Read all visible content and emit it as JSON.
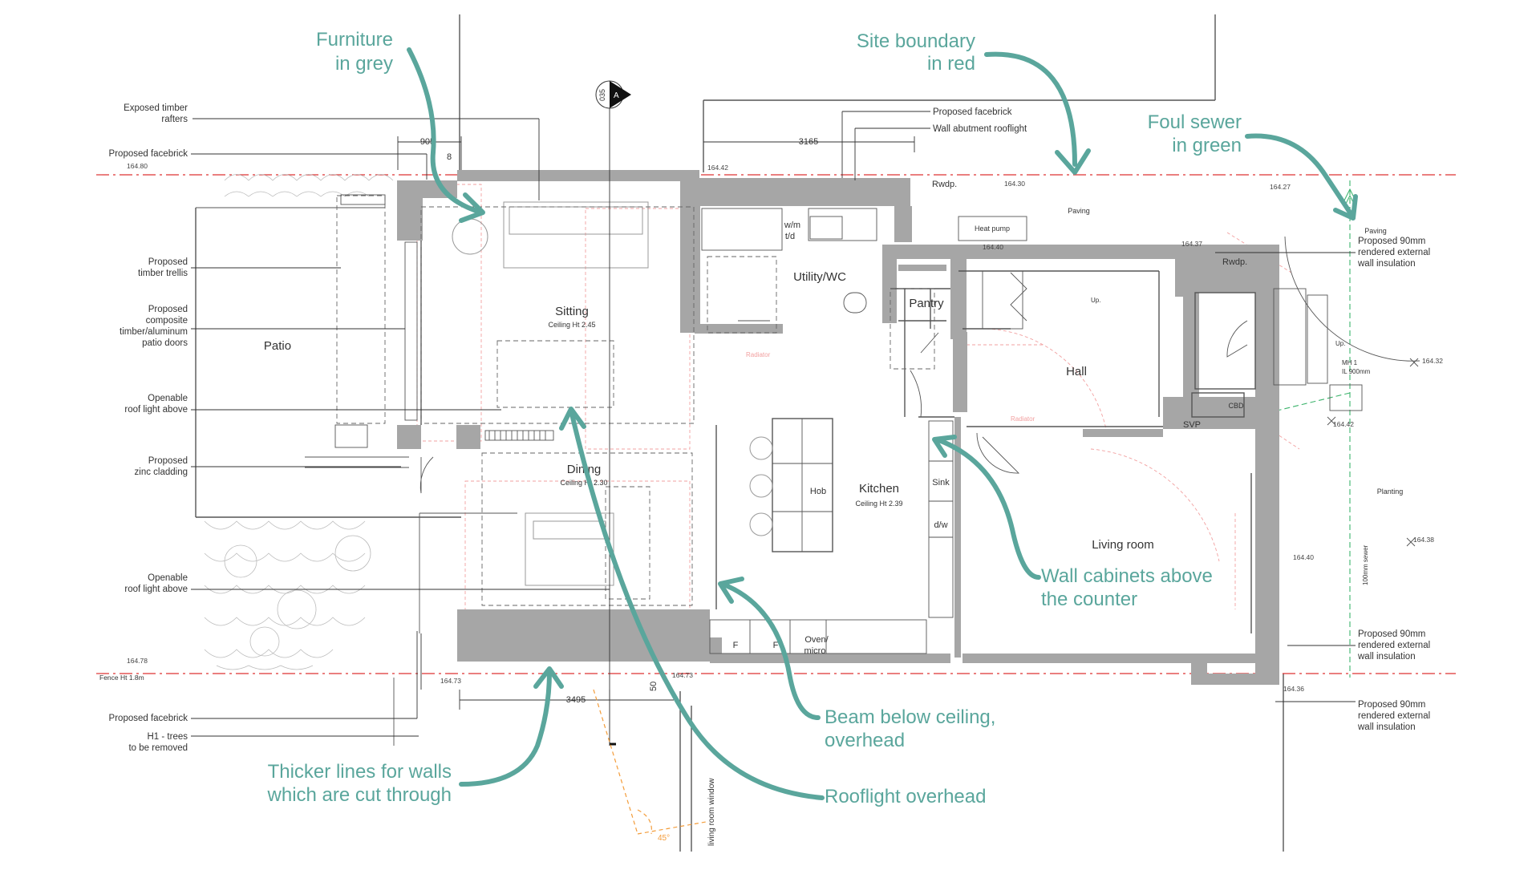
{
  "colors": {
    "annotation": "#5aa69c",
    "site_boundary": "#d33333",
    "foul_sewer": "#3bb36b",
    "walls": "#a6a6a6",
    "dimension_line": "#f39c3a"
  },
  "section_marker": {
    "letter": "A",
    "number": "035"
  },
  "rooms": {
    "sitting": "Sitting",
    "sitting_ceiling": "Ceiling Ht 2.45",
    "patio": "Patio",
    "dining": "Dining",
    "dining_ceiling": "Ceiling Ht 2.30",
    "utility": "Utility/WC",
    "pantry": "Pantry",
    "hall": "Hall",
    "kitchen": "Kitchen",
    "kitchen_ceiling": "Ceiling Ht 2.39",
    "hob": "Hob",
    "sink": "Sink",
    "dw": "d/w",
    "living": "Living room",
    "wm": "w/m",
    "td": "t/d",
    "fridge1": "F",
    "fridge2": "F",
    "oven1": "Oven/",
    "oven2": "micro",
    "heatpump": "Heat pump",
    "paving1": "Paving",
    "paving2": "Paving",
    "planting": "Planting",
    "cbd": "CBD",
    "svp": "SVP",
    "rwdp1": "Rwdp.",
    "rwdp2": "Rwdp.",
    "up1": "Up.",
    "up2": "Up.",
    "mh1": "MH 1",
    "mh2": "IL 900mm",
    "radiator": "Radiator",
    "sewer_label": "100mm sewer",
    "living_window": "living room window",
    "angle": "45°"
  },
  "levels": [
    "164.80",
    "164.42",
    "164.30",
    "164.27",
    "164.40",
    "164.37",
    "164.32",
    "164.42",
    "164.40",
    "164.38",
    "164.78",
    "164.73",
    "164.73",
    "164.36"
  ],
  "dimensions": {
    "d905": "905",
    "d3165": "3165",
    "d3495": "3495",
    "d50": "50",
    "d8": "8"
  },
  "left_labels": {
    "rafters1": "Exposed timber",
    "rafters2": "rafters",
    "facebrick_top": "Proposed facebrick",
    "trellis1": "Proposed",
    "trellis2": "timber trellis",
    "doors1": "Proposed",
    "doors2": "composite",
    "doors3": "timber/aluminum",
    "doors4": "patio doors",
    "roof1a": "Openable",
    "roof1b": "roof light above",
    "zinc1": "Proposed",
    "zinc2": "zinc cladding",
    "roof2a": "Openable",
    "roof2b": "roof light above",
    "fence": "Fence Ht 1.8m",
    "facebrick_bottom": "Proposed facebrick",
    "trees1": "H1 - trees",
    "trees2": "to be removed"
  },
  "top_labels": {
    "facebrick": "Proposed facebrick",
    "rooflight": "Wall abutment rooflight"
  },
  "right_labels": {
    "ins1a": "Proposed 90mm",
    "ins1b": "rendered external",
    "ins1c": "wall insulation",
    "ins2a": "Proposed 90mm",
    "ins2b": "rendered external",
    "ins2c": "wall insulation",
    "ins3a": "Proposed 90mm",
    "ins3b": "rendered external",
    "ins3c": "wall insulation"
  },
  "annotations": {
    "furniture1": "Furniture",
    "furniture2": "in grey",
    "site1": "Site boundary",
    "site2": "in red",
    "sewer1": "Foul sewer",
    "sewer2": "in green",
    "cabinets1": "Wall cabinets above",
    "cabinets2": "the counter",
    "beam1": "Beam below ceiling,",
    "beam2": "overhead",
    "rooflight": "Rooflight overhead",
    "walls1": "Thicker lines for walls",
    "walls2": "which are cut through"
  }
}
